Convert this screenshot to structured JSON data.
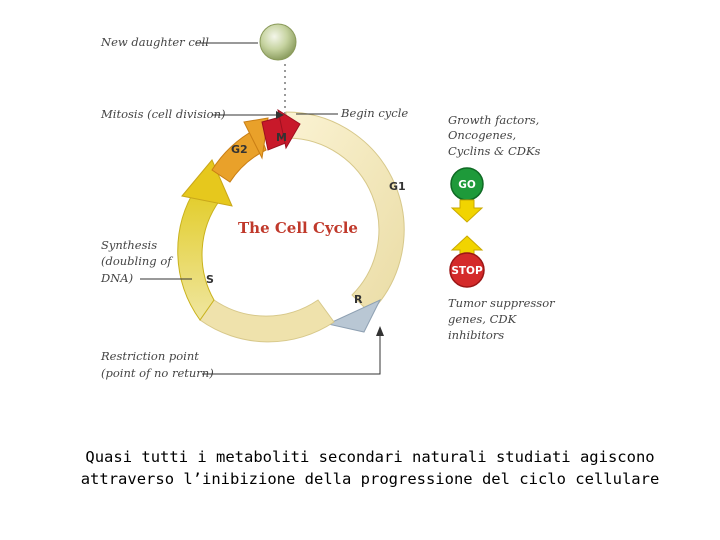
{
  "diagram": {
    "title": "The Cell Cycle",
    "phases": {
      "m": "M",
      "g1": "G1",
      "s": "S",
      "g2": "G2",
      "r": "R"
    },
    "labels": {
      "new_daughter_cell": "New daughter cell",
      "mitosis": "Mitosis (cell division)",
      "begin_cycle": "Begin cycle",
      "synthesis": [
        "Synthesis",
        "(doubling of",
        "DNA)"
      ],
      "restriction": [
        "Restriction point",
        "(point of no return)"
      ],
      "growth_factors": [
        "Growth factors,",
        "Oncogenes,",
        "Cyclins & CDKs"
      ],
      "tumor_suppressors": [
        "Tumor suppressor",
        "genes, CDK",
        "inhibitors"
      ]
    },
    "signals": {
      "go": "GO",
      "stop": "STOP"
    },
    "colors": {
      "g1_band": "#f3e7b8",
      "s_band": "#e7d43a",
      "g2_band": "#e59a24",
      "m_band": "#c8192a",
      "go_green": "#1e9a3a",
      "stop_red": "#d42a2a",
      "arrow_yellow": "#f1d400",
      "title_red": "#c0392b"
    }
  },
  "caption": {
    "line1": "Quasi tutti i metaboliti secondari naturali studiati agiscono",
    "line2": "attraverso l’inibizione della progressione del ciclo cellulare"
  }
}
